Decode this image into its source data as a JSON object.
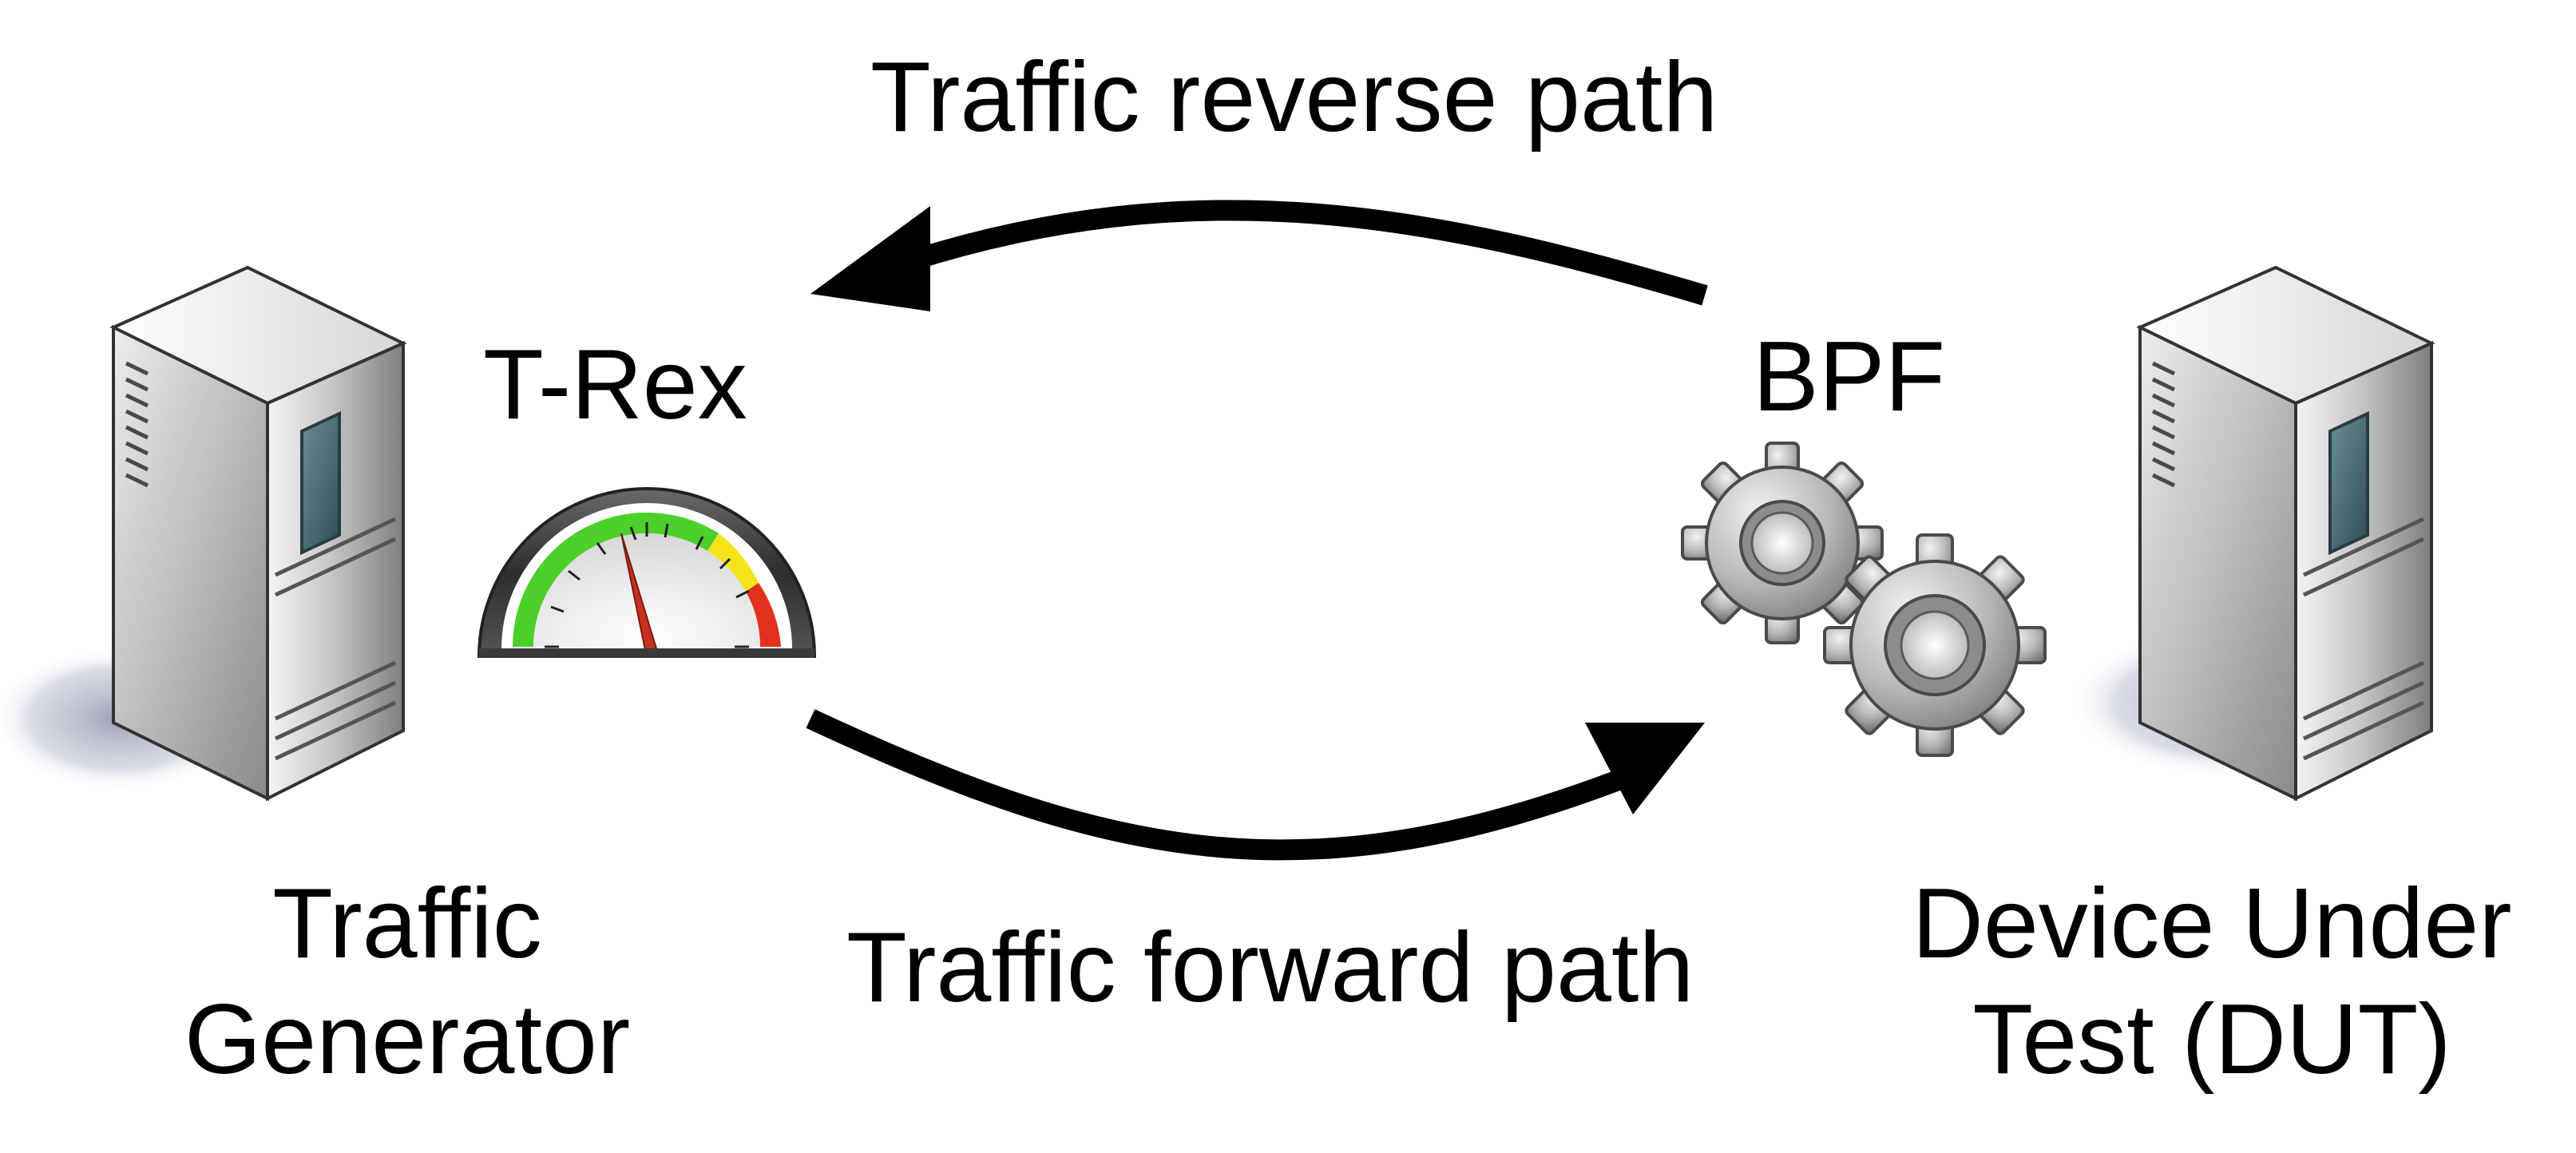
{
  "labels": {
    "reverse_path": "Traffic reverse path",
    "forward_path": "Traffic forward path",
    "trex": "T-Rex",
    "bpf": "BPF",
    "traffic_generator_line1": "Traffic",
    "traffic_generator_line2": "Generator",
    "dut_line1": "Device Under",
    "dut_line2": "Test (DUT)"
  },
  "icons": {
    "left_server": "server-tower-icon",
    "right_server": "server-tower-icon",
    "trex": "speedometer-gauge-icon",
    "bpf": "gears-icon"
  },
  "colors": {
    "text": "#000000",
    "arrow": "#000000",
    "gauge_green": "#4cd02a",
    "gauge_yellow": "#f4e51a",
    "gauge_red": "#e3301c",
    "needle": "#c8311f"
  }
}
